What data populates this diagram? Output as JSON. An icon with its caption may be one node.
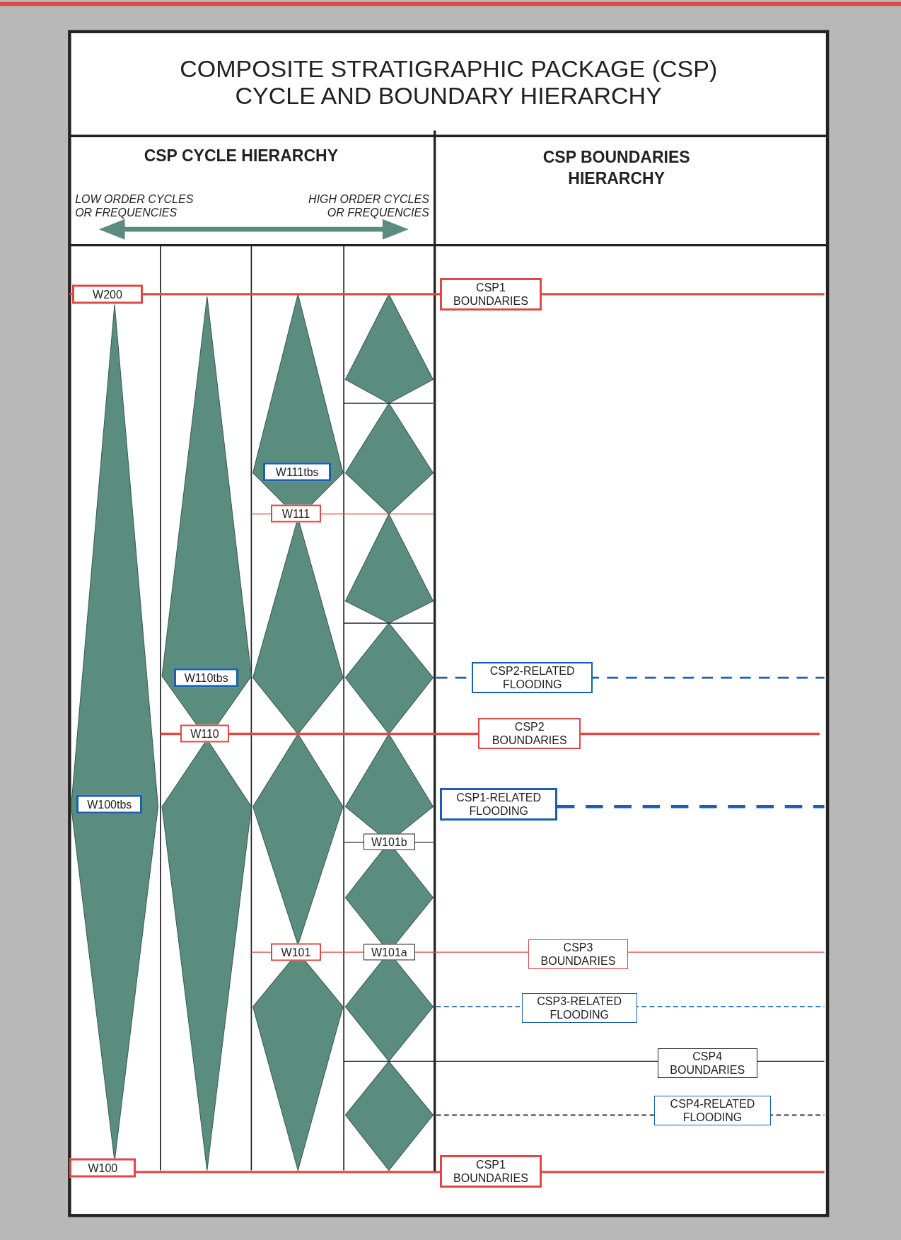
{
  "diagram": {
    "title": "COMPOSITE STRATIGRAPHIC PACKAGE (CSP) CYCLE AND BOUNDARY HIERARCHY",
    "nodes": [
      {
        "text": [
          "W200"
        ]
      },
      {
        "text": [
          "CSP1 BOUNDARIES"
        ]
      },
      {
        "text": [
          "W111tbs"
        ]
      },
      {
        "text": [
          "W111"
        ]
      },
      {
        "text": [
          "W110tbs"
        ]
      },
      {
        "text": [
          "CSP2-RELATED FLOODING"
        ]
      },
      {
        "text": [
          "W110"
        ]
      },
      {
        "text": [
          "CSP2 BOUNDARIES"
        ]
      },
      {
        "text": [
          "W100tbs"
        ]
      },
      {
        "text": [
          "CSP1-RELATED FLOODING"
        ]
      },
      {
        "text": [
          "W101b"
        ]
      },
      {
        "text": [
          "W101"
        ]
      },
      {
        "text": [
          "W101a"
        ]
      },
      {
        "text": [
          "CSP3 BOUNDARIES"
        ]
      },
      {
        "text": [
          "CSP3-RELATED FLOODING"
        ]
      },
      {
        "text": [
          "CSP4 BOUNDARIES"
        ]
      },
      {
        "text": [
          "CSP4-RELATED FLOODING"
        ]
      },
      {
        "text": [
          "W100"
        ]
      },
      {
        "text": [
          "CSP1 BOUNDARIES"
        ]
      }
    ],
    "labels": [
      "CSP CYCLE HIERARCHY",
      "CSP BOUNDARIES HIERARCHY",
      "LOW ORDER CYCLES OR FREQUENCIES",
      "HIGH ORDER CYCLES OR FREQUENCIES"
    ]
  }
}
